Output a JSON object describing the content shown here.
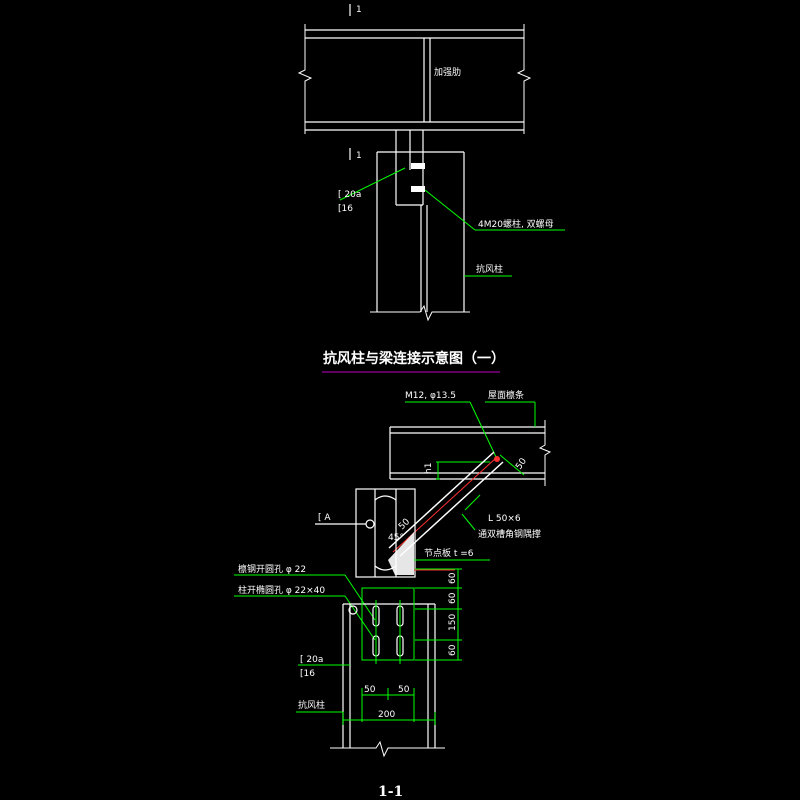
{
  "top_view": {
    "section_mark_a": "1",
    "section_mark_b": "1",
    "stiffener_label": "加强肋",
    "channel_label_a": "[ 20a",
    "channel_label_b": "[16",
    "bolt_label": "4M20螺柱, 双螺母",
    "column_label": "抗风柱"
  },
  "titles": {
    "figure_title": "抗风柱与梁连接示意图（一）",
    "section_title": "1-1"
  },
  "bottom_view": {
    "bolt_spec": "M12, φ13.5",
    "purlin_label": "屋面檩条",
    "dim_h1": "h1",
    "dim_50_top": "50",
    "angle_label": "L 50×6",
    "angle_note": "通双槽角钢隅撑",
    "dim_angle": "45°",
    "dim_50_diag": "50",
    "channel_mark": "[ A",
    "plate_label": "节点板 t =6",
    "slot_hole_a": "檩钢开圆孔 φ 22",
    "slot_hole_b": "柱开椭圆孔 φ 22×40",
    "dim_v1": "60",
    "dim_v2": "60",
    "dim_v3": "150",
    "dim_v4": "60",
    "channel_label_a": "[ 20a",
    "channel_label_b": "[16",
    "column_label": "抗风柱",
    "dim_h_50a": "50",
    "dim_h_50b": "50",
    "dim_h_200": "200"
  }
}
